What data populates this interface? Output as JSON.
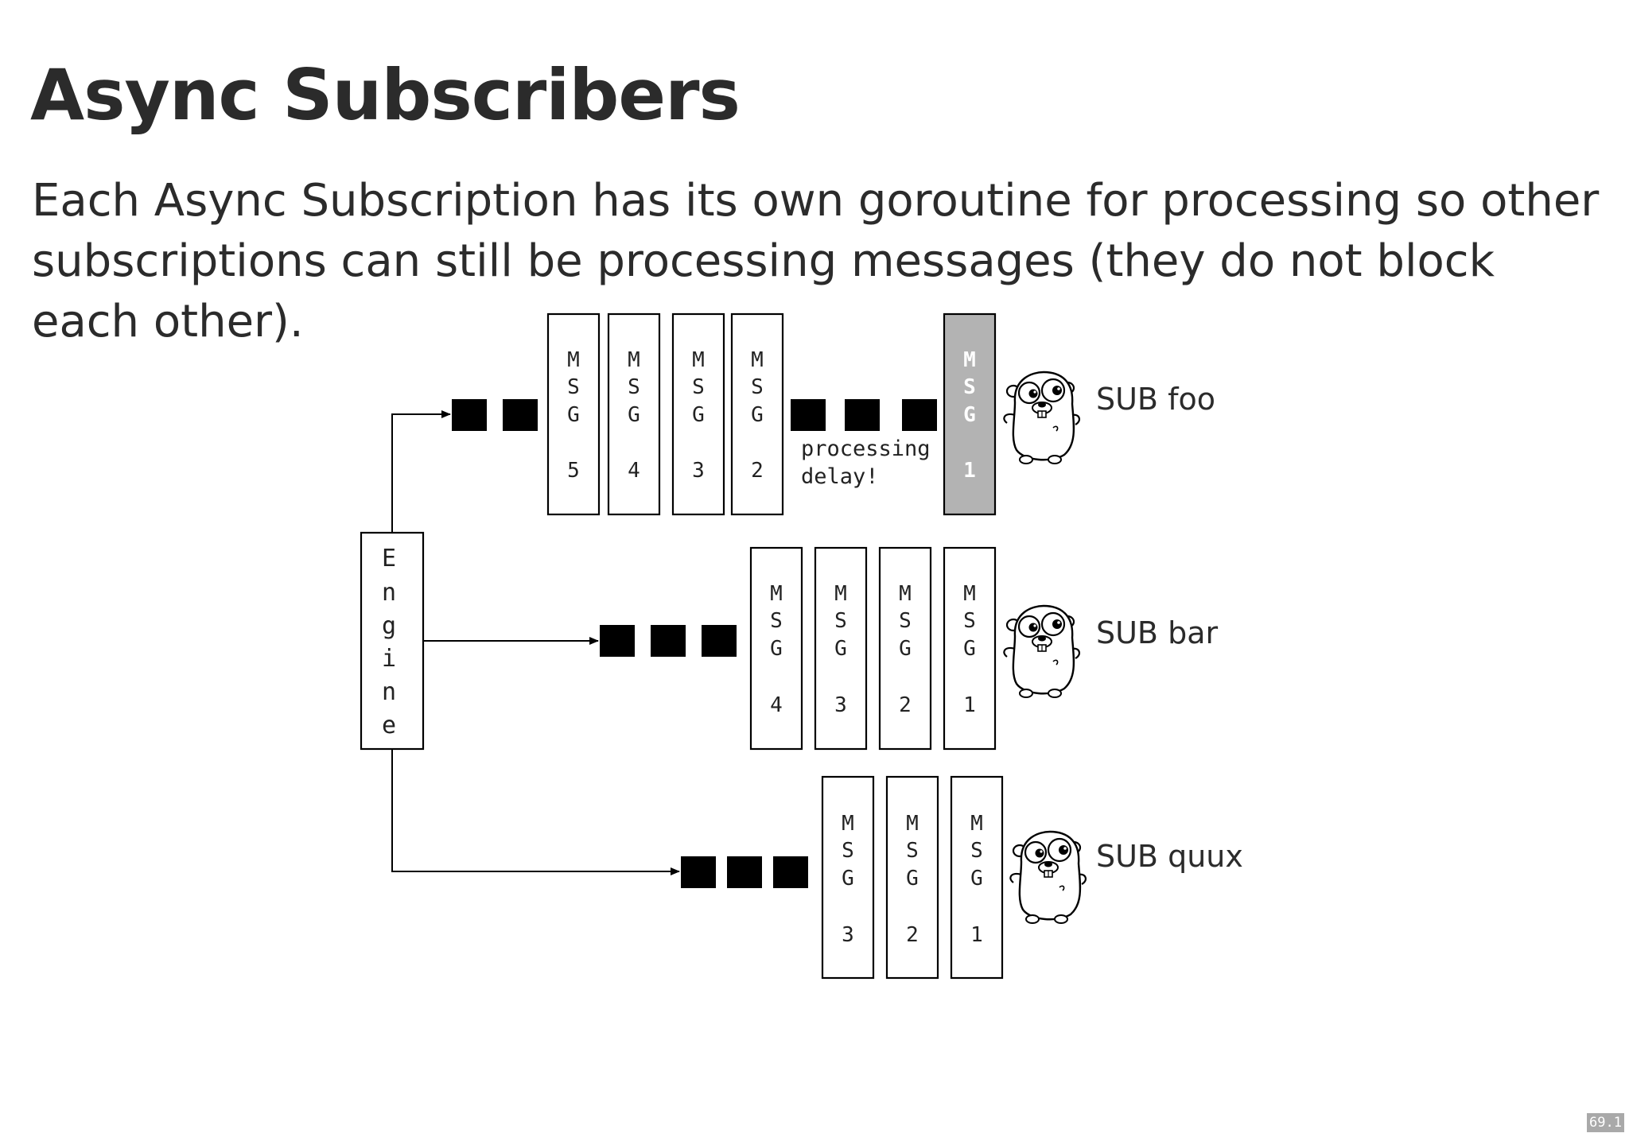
{
  "slide": {
    "title": "Async Subscribers",
    "body": "Each Async Subscription has its own goroutine for processing so other subscriptions can still be processing messages (they do not block each other).",
    "page_number": "69.1"
  },
  "engine": {
    "letters": [
      "E",
      "n",
      "g",
      "i",
      "n",
      "e"
    ]
  },
  "subscriptions": [
    {
      "label": "SUB foo",
      "messages": [
        {
          "letters": [
            "M",
            "S",
            "G"
          ],
          "number": "5"
        },
        {
          "letters": [
            "M",
            "S",
            "G"
          ],
          "number": "4"
        },
        {
          "letters": [
            "M",
            "S",
            "G"
          ],
          "number": "3"
        },
        {
          "letters": [
            "M",
            "S",
            "G"
          ],
          "number": "2"
        },
        {
          "letters": [
            "M",
            "S",
            "G"
          ],
          "number": "1",
          "processing": true
        }
      ],
      "note": [
        "processing",
        "delay!"
      ]
    },
    {
      "label": "SUB bar",
      "messages": [
        {
          "letters": [
            "M",
            "S",
            "G"
          ],
          "number": "4"
        },
        {
          "letters": [
            "M",
            "S",
            "G"
          ],
          "number": "3"
        },
        {
          "letters": [
            "M",
            "S",
            "G"
          ],
          "number": "2"
        },
        {
          "letters": [
            "M",
            "S",
            "G"
          ],
          "number": "1"
        }
      ]
    },
    {
      "label": "SUB quux",
      "messages": [
        {
          "letters": [
            "M",
            "S",
            "G"
          ],
          "number": "3"
        },
        {
          "letters": [
            "M",
            "S",
            "G"
          ],
          "number": "2"
        },
        {
          "letters": [
            "M",
            "S",
            "G"
          ],
          "number": "1"
        }
      ]
    }
  ],
  "colors": {
    "processing_fill": "#b3b3b3",
    "stroke": "#000000",
    "text": "#2b2b2b"
  }
}
